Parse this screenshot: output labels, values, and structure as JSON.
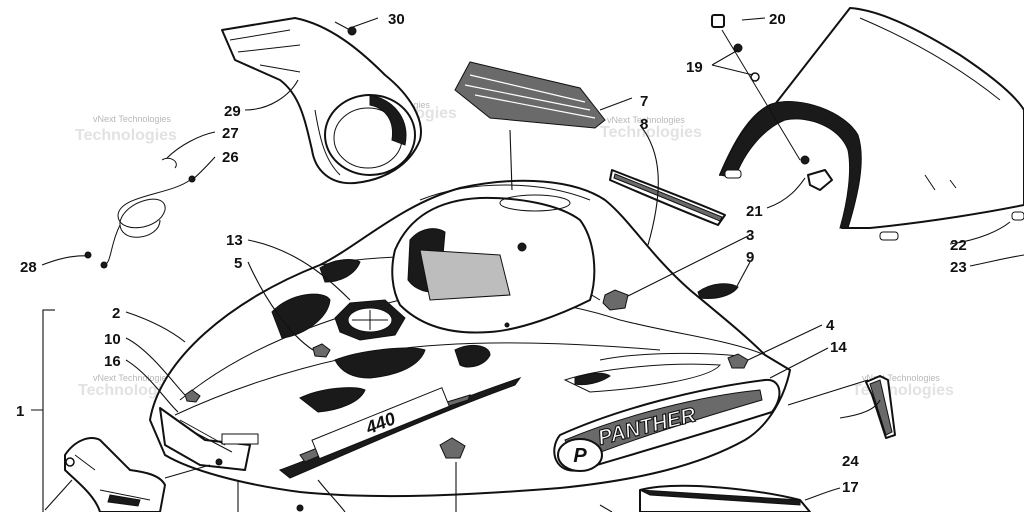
{
  "callouts": {
    "c1": "1",
    "c2": "2",
    "c3": "3",
    "c4": "4",
    "c5": "5",
    "c7": "7",
    "c8": "8",
    "c9": "9",
    "c10": "10",
    "c13": "13",
    "c14": "14",
    "c16": "16",
    "c17": "17",
    "c19": "19",
    "c20": "20",
    "c21": "21",
    "c22": "22",
    "c23": "23",
    "c24": "24",
    "c26": "26",
    "c27": "27",
    "c28": "28",
    "c29": "29",
    "c30": "30"
  },
  "watermark": {
    "brand": "vNext Technologies",
    "faint": "Technologies"
  },
  "decals": {
    "panther": "PANTHER",
    "model": "440"
  },
  "colors": {
    "line": "#111111",
    "fill": "#ffffff",
    "dark": "#1a1a1a",
    "watermark": "#b8b8b8"
  }
}
